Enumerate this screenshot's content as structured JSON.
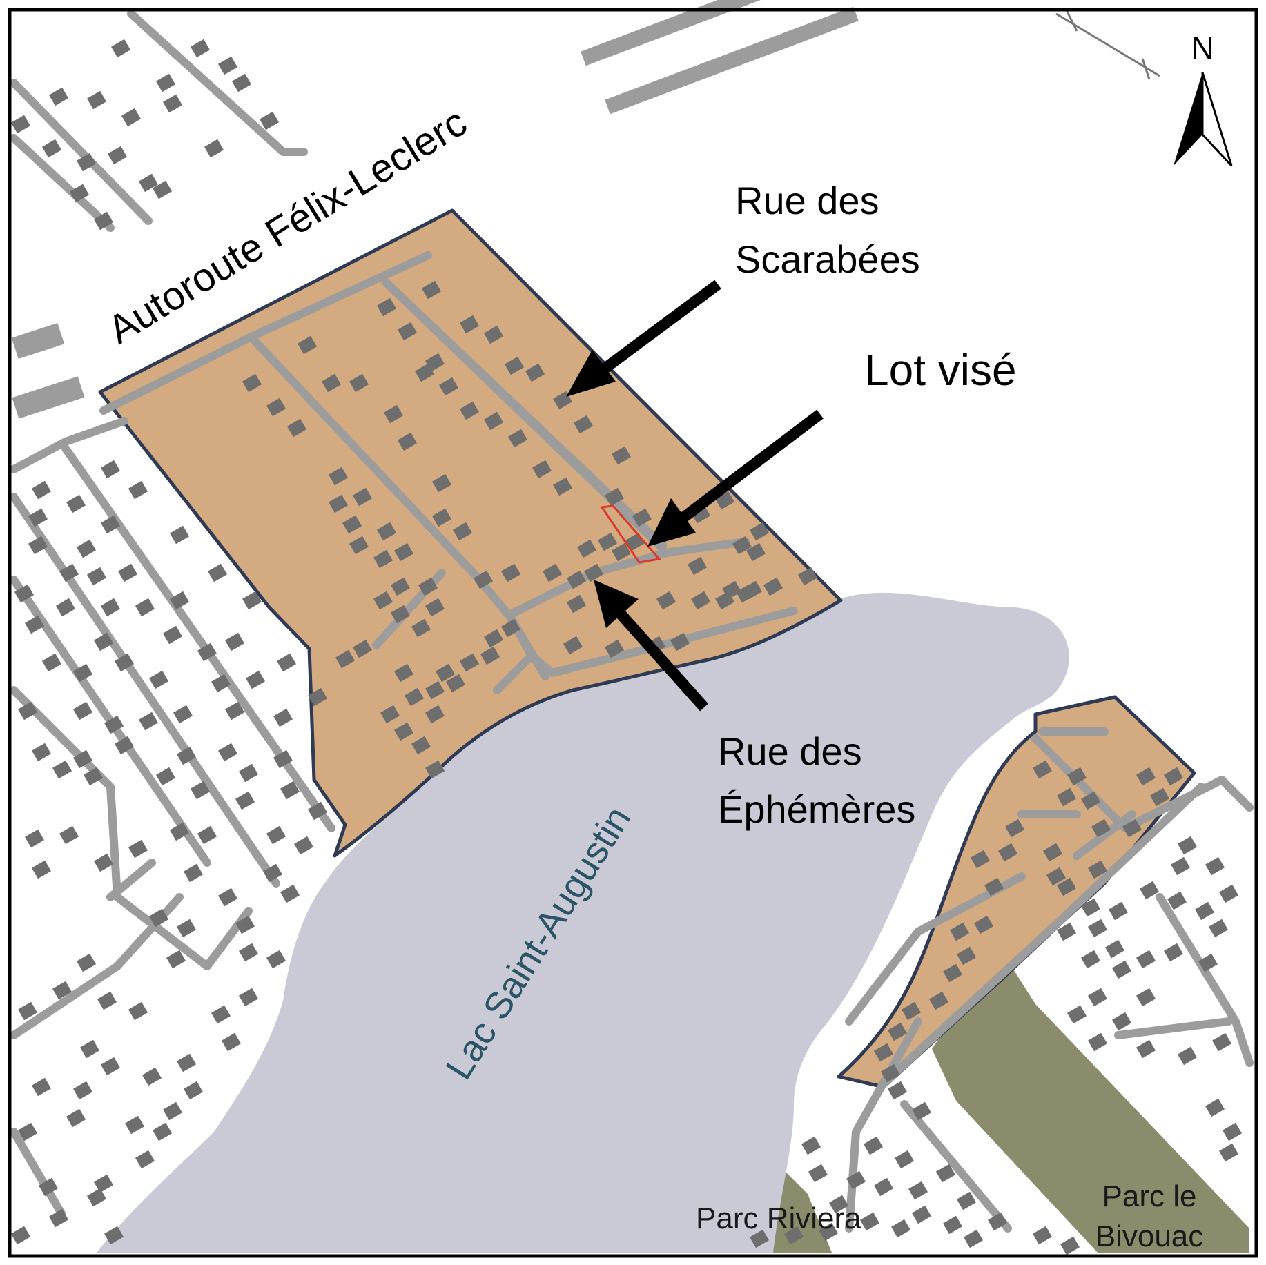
{
  "map": {
    "north_label": "N",
    "highway_label": "Autoroute Félix-Leclerc",
    "lake_label": "Lac Saint-Augustin",
    "annotations": {
      "scarabees_line1": "Rue des",
      "scarabees_line2": "Scarabées",
      "lot_label": "Lot visé",
      "ephemeres_line1": "Rue des",
      "ephemeres_line2": "Éphémères"
    },
    "parks": {
      "riviera": "Parc Riviera",
      "bivouac_line1": "Parc le",
      "bivouac_line2": "Bivouac"
    },
    "colors": {
      "zone_fill": "#d4aa80",
      "zone_border": "#2f3b55",
      "lake": "#c9cad6",
      "lake_label": "#2b5566",
      "park": "#8b8c6b",
      "road": "#9c9c9c",
      "building": "#6e6e6e",
      "lot_outline": "#d93a2b"
    }
  }
}
